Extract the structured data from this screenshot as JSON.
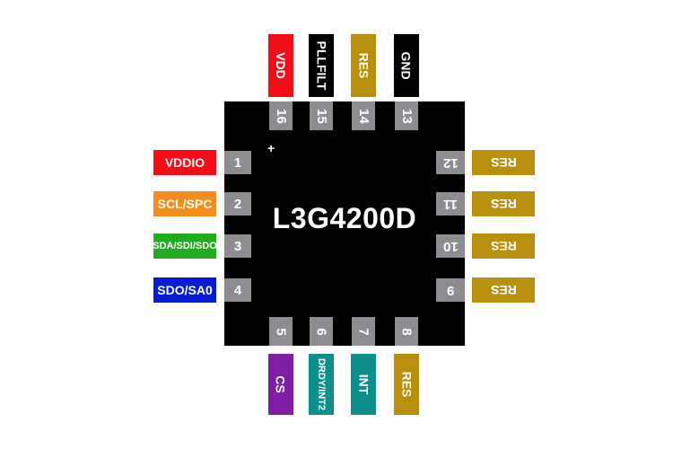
{
  "chip": {
    "name": "L3G4200D",
    "pin1_marker": "+",
    "color": "#000000"
  },
  "pins": [
    {
      "number": "1",
      "label": "VDDIO",
      "color": "#f20d17"
    },
    {
      "number": "2",
      "label": "SCL/SPC",
      "color": "#f68c1e"
    },
    {
      "number": "3",
      "label": "SDA/SDI/SDO",
      "color": "#21ab1e"
    },
    {
      "number": "4",
      "label": "SDO/SA0",
      "color": "#0a1bd6"
    },
    {
      "number": "5",
      "label": "CS",
      "color": "#7f1fa6"
    },
    {
      "number": "6",
      "label": "DRDY/INT2",
      "color": "#0f8e8e"
    },
    {
      "number": "7",
      "label": "INT",
      "color": "#0f8e8e"
    },
    {
      "number": "8",
      "label": "RES",
      "color": "#b8900e"
    },
    {
      "number": "9",
      "label": "RES",
      "color": "#b8900e"
    },
    {
      "number": "10",
      "label": "RES",
      "color": "#b8900e"
    },
    {
      "number": "11",
      "label": "RES",
      "color": "#b8900e"
    },
    {
      "number": "12",
      "label": "RES",
      "color": "#b8900e"
    },
    {
      "number": "13",
      "label": "GND",
      "color": "#000000"
    },
    {
      "number": "14",
      "label": "RES",
      "color": "#b8900e"
    },
    {
      "number": "15",
      "label": "PLLFILT",
      "color": "#000000"
    },
    {
      "number": "16",
      "label": "VDD",
      "color": "#f20d17"
    }
  ],
  "pad_color": "#8d8d91"
}
